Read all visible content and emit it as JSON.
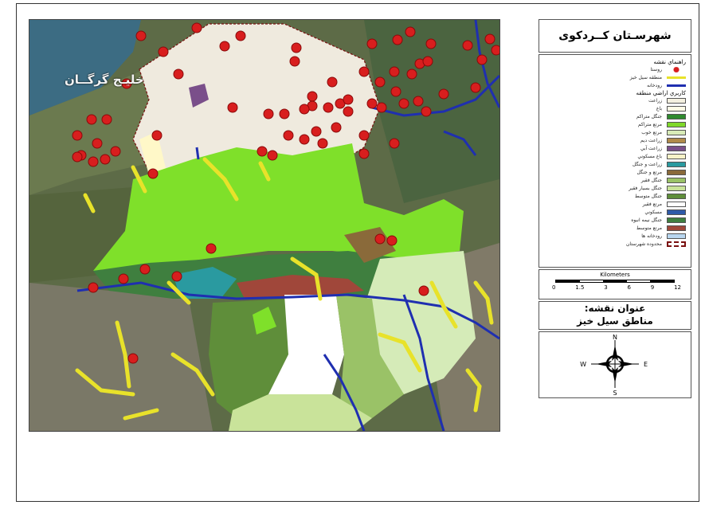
{
  "map": {
    "gulf_label": "خلیـج گرگــان"
  },
  "header": {
    "county_title": "شهرسـتان کــردکوی"
  },
  "legend": {
    "items": [
      {
        "label": "راهنماي نقشه",
        "kind": "heading"
      },
      {
        "label": "روستا",
        "kind": "point",
        "color": "#d81e1e"
      },
      {
        "label": "منطقه سيل خيز",
        "kind": "line",
        "color": "#e8e22a"
      },
      {
        "label": "رودخانه",
        "kind": "line",
        "color": "#1f2fb0"
      },
      {
        "label": "کاربري اراضي منطقه",
        "kind": "heading"
      },
      {
        "label": "زراعت",
        "kind": "fill",
        "color": "#f4f0e0"
      },
      {
        "label": "باغ",
        "kind": "fill",
        "color": "#fffbe6"
      },
      {
        "label": "جنگل متراکم",
        "kind": "fill",
        "color": "#2f8a2f"
      },
      {
        "label": "مرتع متراکم",
        "kind": "fill",
        "color": "#7fd82a"
      },
      {
        "label": "مرتع خوب",
        "kind": "fill",
        "color": "#d9ecb8"
      },
      {
        "label": "زراعت ديم",
        "kind": "fill",
        "color": "#b08a4a"
      },
      {
        "label": "زراعت آبي",
        "kind": "fill",
        "color": "#7a4f8a"
      },
      {
        "label": "باغ مسکوني",
        "kind": "fill",
        "color": "#f7f3c8"
      },
      {
        "label": "زراعت و جنگل",
        "kind": "fill",
        "color": "#2a9aa0"
      },
      {
        "label": "مرتع و جنگل",
        "kind": "fill",
        "color": "#8a6a3a"
      },
      {
        "label": "جنگل فقير",
        "kind": "fill",
        "color": "#9ac267"
      },
      {
        "label": "جنگل بسيار فقير",
        "kind": "fill",
        "color": "#c9e39a"
      },
      {
        "label": "جنگل متوسط",
        "kind": "fill",
        "color": "#5f8e3a"
      },
      {
        "label": "مرتع فقير",
        "kind": "fill",
        "color": "#ffffff"
      },
      {
        "label": "مسکوني",
        "kind": "fill",
        "color": "#2e5aa8"
      },
      {
        "label": "جنگل نيمه انبوه",
        "kind": "fill",
        "color": "#3f7f3f"
      },
      {
        "label": "مرتع متوسط",
        "kind": "fill",
        "color": "#a0473a"
      },
      {
        "label": "رودخانه ها",
        "kind": "fill",
        "color": "#b9d7f0"
      },
      {
        "label": "محدوده شهرستان",
        "kind": "outline",
        "color": "#7a1010"
      }
    ]
  },
  "scale": {
    "title": "Kilometers",
    "ticks": [
      "0",
      "1.5",
      "3",
      "6",
      "9",
      "12"
    ]
  },
  "map_title": {
    "line1": "عنوان نقشه:",
    "line2": "مناطق سيل خيز"
  },
  "north_arrow": {
    "n": "N",
    "s": "S",
    "e": "E",
    "w": "W"
  }
}
